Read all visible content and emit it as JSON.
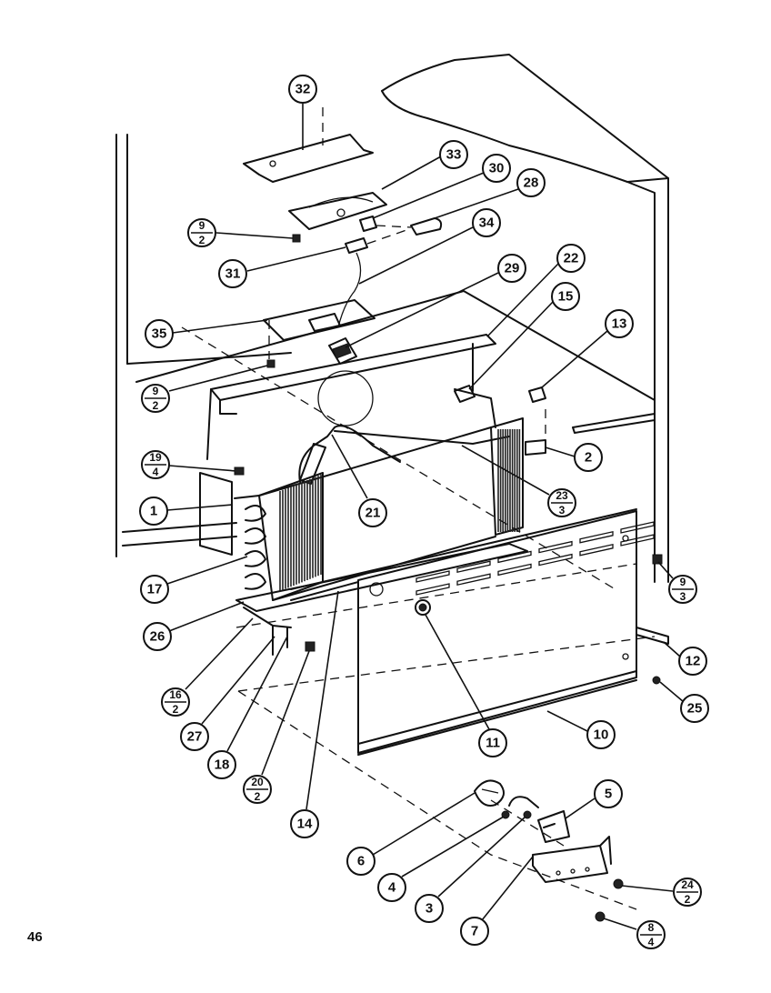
{
  "page_number": "46",
  "callouts": {
    "c32": "32",
    "c33": "33",
    "c30": "30",
    "c28": "28",
    "c34": "34",
    "c31": "31",
    "c29": "29",
    "c22": "22",
    "c15": "15",
    "c13": "13",
    "c35": "35",
    "c2": "2",
    "c1": "1",
    "c21": "21",
    "c17": "17",
    "c26": "26",
    "c27": "27",
    "c18": "18",
    "c14": "14",
    "c11": "11",
    "c10": "10",
    "c12": "12",
    "c25": "25",
    "c6": "6",
    "c4": "4",
    "c3": "3",
    "c5": "5",
    "c7": "7"
  },
  "fraction_callouts": {
    "f9_2a": {
      "num": "9",
      "den": "2"
    },
    "f9_2b": {
      "num": "9",
      "den": "2"
    },
    "f19_4": {
      "num": "19",
      "den": "4"
    },
    "f23_3": {
      "num": "23",
      "den": "3"
    },
    "f9_3": {
      "num": "9",
      "den": "3"
    },
    "f16_2": {
      "num": "16",
      "den": "2"
    },
    "f20_2": {
      "num": "20",
      "den": "2"
    },
    "f24_2": {
      "num": "24",
      "den": "2"
    },
    "f8_4": {
      "num": "8",
      "den": "4"
    }
  }
}
